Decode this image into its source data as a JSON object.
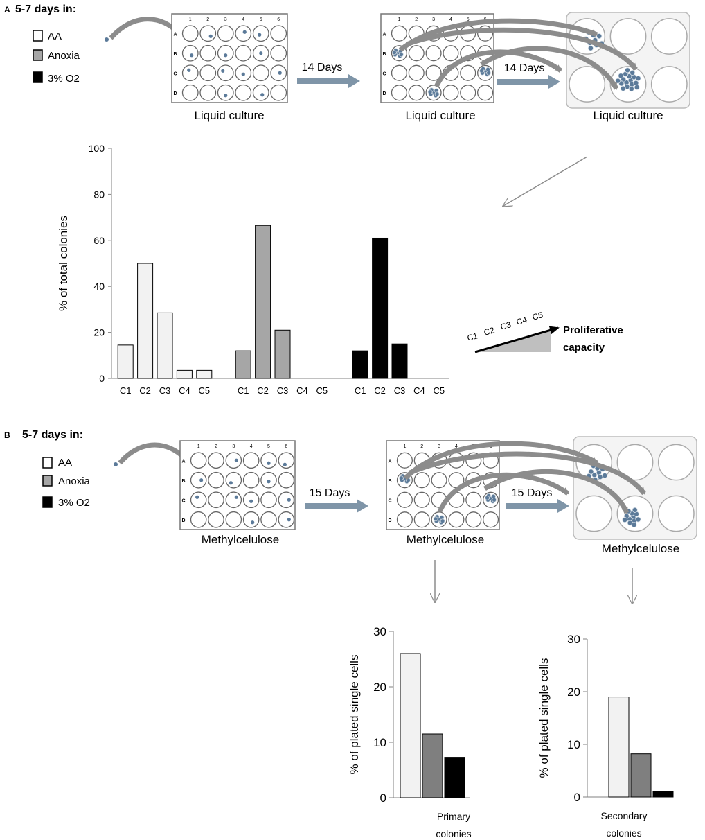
{
  "panel_a": {
    "letter": "A",
    "heading": "5-7 days in:",
    "legend": [
      {
        "label": "AA",
        "color": "#ffffff"
      },
      {
        "label": "Anoxia",
        "color": "#a6a6a6"
      },
      {
        "label": "3% O2",
        "color": "#000000"
      }
    ],
    "step1_label": "14 Days",
    "step2_label": "14 Days",
    "plate1_caption": "Liquid culture",
    "plate2_caption": "Liquid culture",
    "plate3_caption": "Liquid culture",
    "row_labels": [
      "A",
      "B",
      "C",
      "D"
    ],
    "col_labels": [
      "1",
      "2",
      "3",
      "4",
      "5",
      "6"
    ],
    "prolif_classes": [
      "C1",
      "C2",
      "C3",
      "C4",
      "C5"
    ],
    "prolif_text_1": "Proliferative",
    "prolif_text_2": "capacity"
  },
  "panel_b": {
    "letter": "B",
    "heading": "5-7 days in:",
    "legend": [
      {
        "label": "AA",
        "color": "#ffffff"
      },
      {
        "label": "Anoxia",
        "color": "#a6a6a6"
      },
      {
        "label": "3% O2",
        "color": "#000000"
      }
    ],
    "step1_label": "15 Days",
    "step2_label": "15 Days",
    "plate1_caption": "Methylcelulose",
    "plate2_caption": "Methylcelulose",
    "plate3_caption": "Methylcelulose"
  },
  "colors": {
    "aa": "#f2f2f2",
    "anoxia": "#a6a6a6",
    "o2": "#000000",
    "anoxia_b": "#7f7f7f",
    "arrow": "#8c8c8c",
    "dot": "#5b7a99"
  },
  "chart_data": [
    {
      "type": "bar",
      "title": "",
      "ylabel": "% of total colonies",
      "ylim": [
        0,
        100
      ],
      "yticks": [
        0,
        20,
        40,
        60,
        80,
        100
      ],
      "groups": [
        {
          "color_key": "aa",
          "categories": [
            "C1",
            "C2",
            "C3",
            "C4",
            "C5"
          ],
          "values": [
            14.5,
            50,
            28.5,
            3.5,
            3.5
          ]
        },
        {
          "color_key": "anoxia",
          "categories": [
            "C1",
            "C2",
            "C3",
            "C4",
            "C5"
          ],
          "values": [
            12,
            66.5,
            21,
            0,
            0
          ]
        },
        {
          "color_key": "o2",
          "categories": [
            "C1",
            "C2",
            "C3",
            "C4",
            "C5"
          ],
          "values": [
            12,
            61,
            15,
            0,
            0
          ]
        }
      ]
    },
    {
      "type": "bar",
      "title": "",
      "xlabel_1": "Primary",
      "xlabel_2": "colonies",
      "ylabel": "% of plated single cells",
      "ylim": [
        0,
        30
      ],
      "yticks": [
        0,
        10,
        20,
        30
      ],
      "values": [
        26,
        11.5,
        7.3
      ],
      "color_keys": [
        "aa",
        "anoxia_b",
        "o2"
      ]
    },
    {
      "type": "bar",
      "title": "",
      "xlabel_1": "Secondary",
      "xlabel_2": "colonies",
      "ylabel": "% of plated single cells",
      "ylim": [
        0,
        30
      ],
      "yticks": [
        0,
        10,
        20,
        30
      ],
      "values": [
        19,
        8.2,
        1
      ],
      "color_keys": [
        "aa",
        "anoxia_b",
        "o2"
      ]
    }
  ]
}
